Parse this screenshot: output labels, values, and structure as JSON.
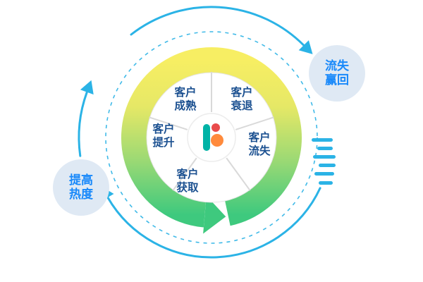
{
  "colors": {
    "accent_cyan": "#2bb3e6",
    "ring_yellow": "#f7ee63",
    "ring_green": "#3ec97e",
    "sector_text": "#1b5090",
    "badge_text": "#1989fa",
    "badge_bg": "#dfe9f4",
    "divider_gray": "#d9d9d9",
    "logo_teal": "#00b3a6",
    "logo_orange": "#ff8a3c",
    "logo_red": "#e94b4b"
  },
  "sectors": [
    {
      "id": "mature",
      "line1": "客户",
      "line2": "成熟"
    },
    {
      "id": "decline",
      "line1": "客户",
      "line2": "衰退"
    },
    {
      "id": "churn",
      "line1": "客户",
      "line2": "流失"
    },
    {
      "id": "acquire",
      "line1": "客户",
      "line2": "获取"
    },
    {
      "id": "improve",
      "line1": "客户",
      "line2": "提升"
    }
  ],
  "badges": [
    {
      "id": "winback",
      "line1": "流失",
      "line2": "赢回"
    },
    {
      "id": "heat",
      "line1": "提高",
      "line2": "热度"
    }
  ]
}
